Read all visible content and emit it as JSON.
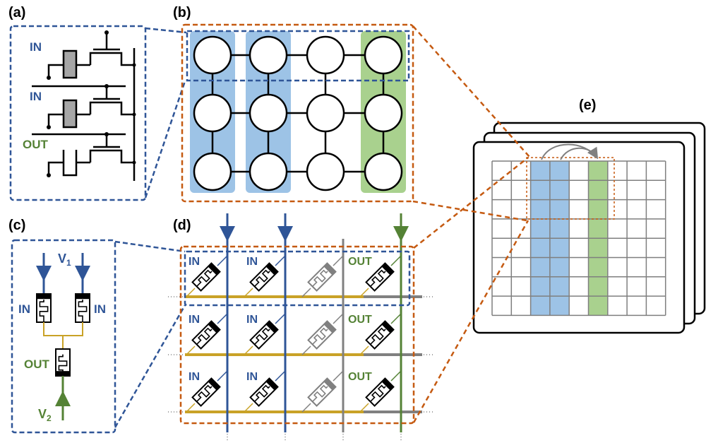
{
  "colors": {
    "blue": "#2f5597",
    "blue_fill": "#9dc3e6",
    "green": "#548235",
    "green_fill": "#a9d18e",
    "orange": "#c55a11",
    "gold": "#c9a227",
    "gray": "#808080",
    "text_blue": "#2f5597",
    "text_green": "#548235"
  },
  "panels": {
    "a": {
      "label": "(a)",
      "rows": [
        {
          "text": "IN",
          "kind": "input"
        },
        {
          "text": "IN",
          "kind": "input"
        },
        {
          "text": "OUT",
          "kind": "output"
        }
      ]
    },
    "b": {
      "label": "(b)",
      "grid_rows": 3,
      "grid_cols": 4,
      "input_columns": [
        1,
        2
      ],
      "output_columns": [
        4
      ]
    },
    "c": {
      "label": "(c)",
      "v1": "V",
      "v1_sub": "1",
      "v2": "V",
      "v2_sub": "2",
      "in_left": "IN",
      "in_right": "IN",
      "out": "OUT"
    },
    "d": {
      "label": "(d)",
      "rows": [
        [
          "IN",
          "IN",
          "",
          "OUT"
        ],
        [
          "IN",
          "IN",
          "",
          "OUT"
        ],
        [
          "IN",
          "IN",
          "",
          "OUT"
        ]
      ]
    },
    "e": {
      "label": "(e)",
      "grid_rows": 8,
      "grid_cols": 9,
      "input_columns": [
        3,
        4
      ],
      "output_columns": [
        6
      ],
      "stack_count": 3
    }
  }
}
